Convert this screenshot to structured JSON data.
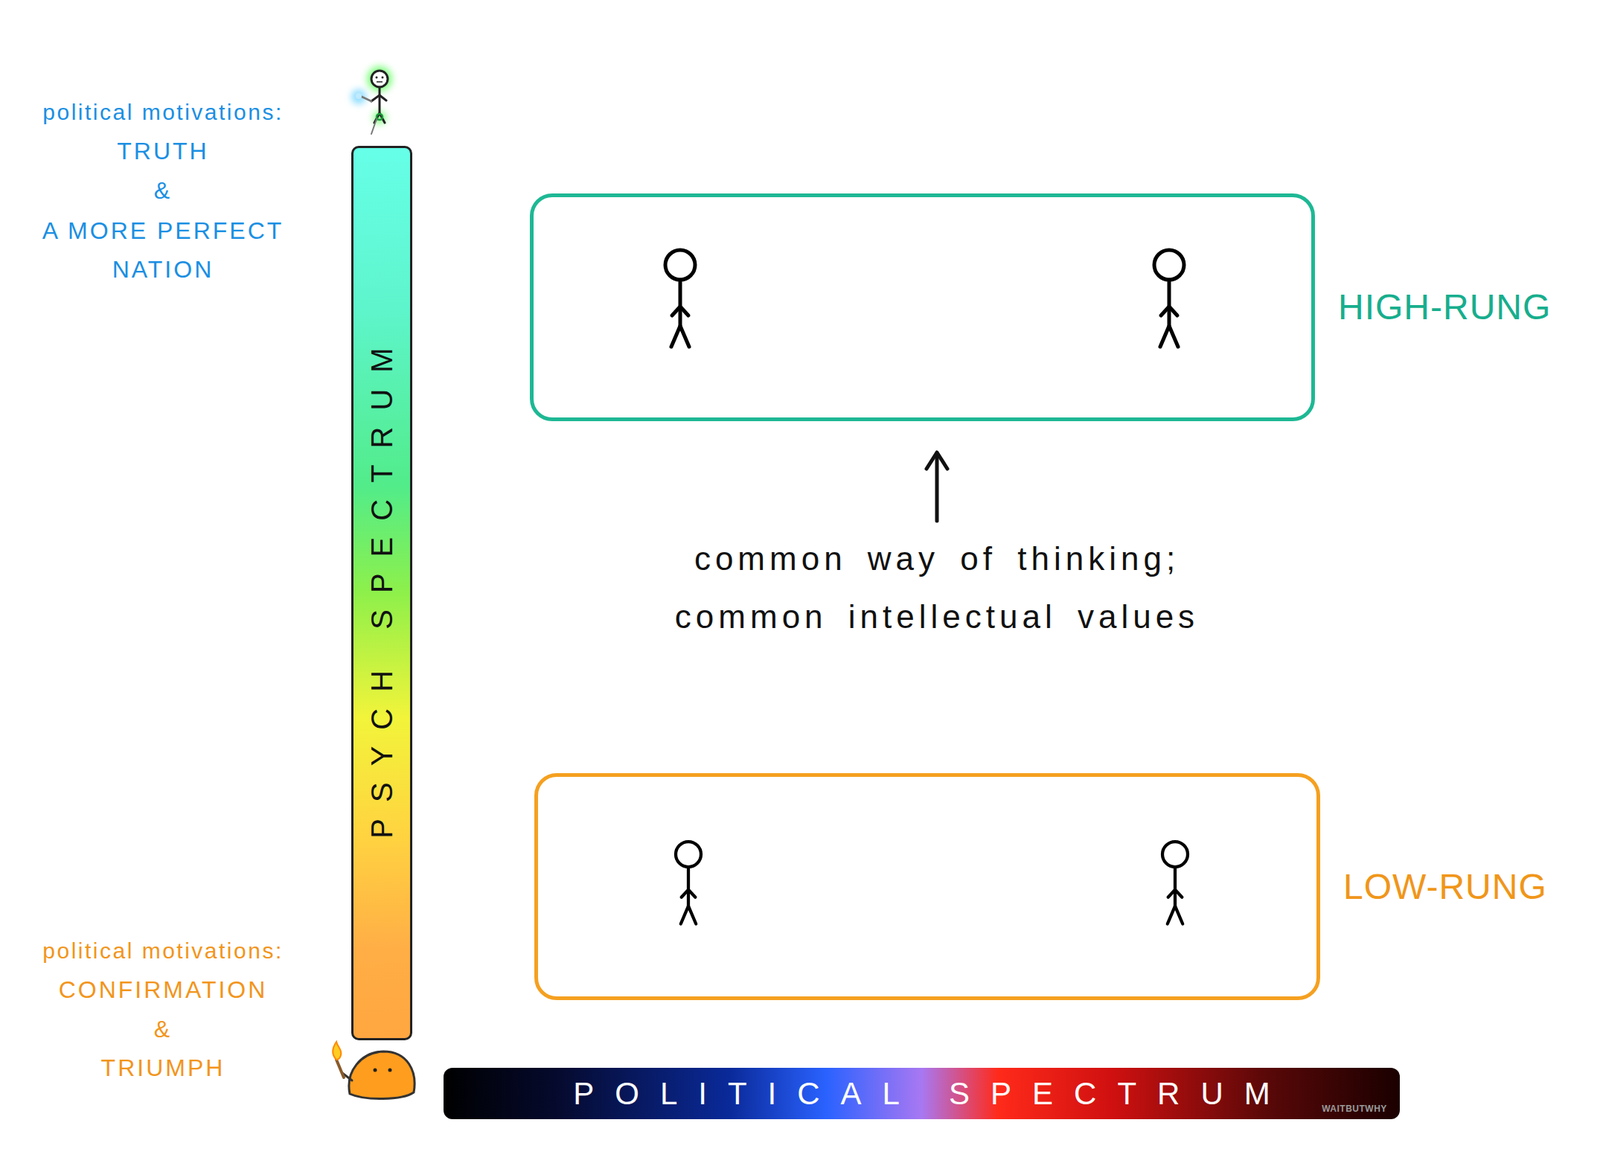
{
  "diagram": {
    "nodes": [
      {
        "text": [
          "PSYCH SPECTRUM"
        ]
      },
      {
        "text": [
          "HIGH-RUNG"
        ]
      },
      {
        "text": [
          "LOW-RUNG"
        ]
      },
      {
        "text": [
          "POLITICAL SPECTRUM"
        ]
      }
    ],
    "labels": [
      "political motivations:",
      "TRUTH",
      "&",
      "A MORE PERFECT NATION",
      "common way of thinking; common intellectual values",
      "political motivations:",
      "CONFIRMATION",
      "&",
      "TRIUMPH",
      "WAITBUTWHY"
    ]
  }
}
